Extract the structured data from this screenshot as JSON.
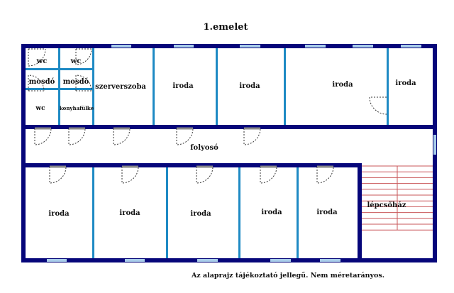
{
  "title": "1.emelet",
  "note": "Az alaprajz tájékoztató jellegű. Nem méretarányos.",
  "rooms": {
    "wc1": "wc",
    "wc2": "wc",
    "mosdo1": "mosdó",
    "mosdo2": "mosdó",
    "wc3": "wc",
    "konyhafulke": "konyhafülke",
    "szerverszoba": "szerverszoba",
    "iroda_top": [
      "iroda",
      "iroda",
      "iroda",
      "iroda"
    ],
    "folyoso": "folyosó",
    "iroda_bottom": [
      "iroda",
      "iroda",
      "iroda",
      "iroda",
      "iroda"
    ],
    "lepcsohaz": "lépcsőház"
  },
  "colors": {
    "wall": "#06067a",
    "partition": "#1e8ac4",
    "window": "#a9cdea",
    "stairs": "#c9575a"
  }
}
